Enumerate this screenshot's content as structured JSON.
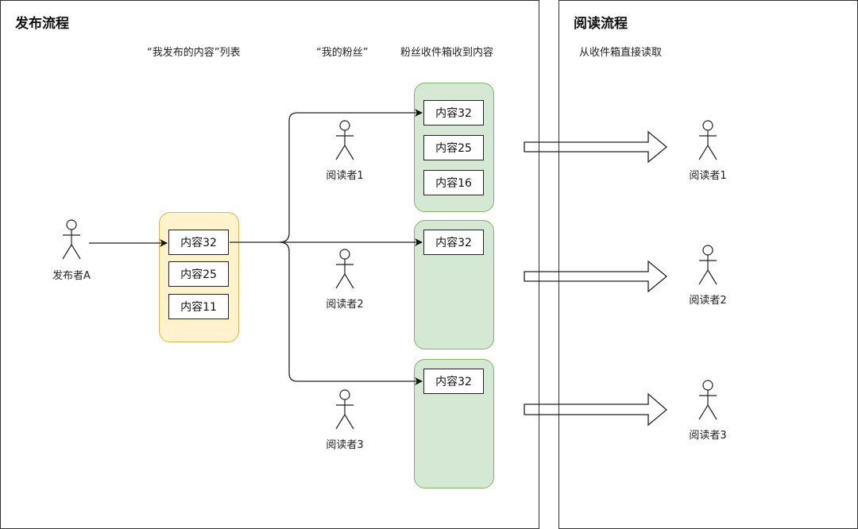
{
  "publish_panel": {
    "title": "发布流程",
    "column_labels": {
      "my_published": "“我发布的内容”列表",
      "my_fans": "“我的粉丝”",
      "fan_inbox": "粉丝收件箱收到内容"
    },
    "publisher": {
      "label": "发布者A",
      "icon": "stick-figure-icon"
    },
    "published_list": [
      "内容32",
      "内容25",
      "内容11"
    ],
    "fans": [
      {
        "label": "阅读者1",
        "icon": "stick-figure-icon"
      },
      {
        "label": "阅读者2",
        "icon": "stick-figure-icon"
      },
      {
        "label": "阅读者3",
        "icon": "stick-figure-icon"
      }
    ],
    "inboxes": [
      {
        "items": [
          "内容32",
          "内容25",
          "内容16"
        ]
      },
      {
        "items": [
          "内容32"
        ]
      },
      {
        "items": [
          "内容32"
        ]
      }
    ]
  },
  "read_panel": {
    "title": "阅读流程",
    "subtitle": "从收件箱直接读取",
    "readers": [
      {
        "label": "阅读者1",
        "icon": "stick-figure-icon"
      },
      {
        "label": "阅读者2",
        "icon": "stick-figure-icon"
      },
      {
        "label": "阅读者3",
        "icon": "stick-figure-icon"
      }
    ]
  },
  "colors": {
    "published_list_fill": "#fff2cc",
    "published_list_stroke": "#d6b656",
    "inbox_fill": "#d5e8d4",
    "inbox_stroke": "#82b366",
    "line": "#222222"
  }
}
